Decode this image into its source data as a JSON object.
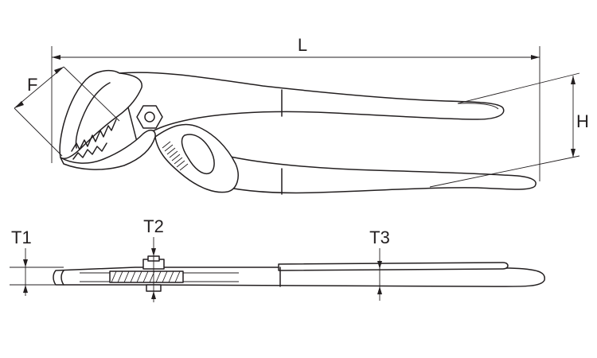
{
  "labels": {
    "L": "L",
    "F": "F",
    "H": "H",
    "T1": "T1",
    "T2": "T2",
    "T3": "T3"
  },
  "colors": {
    "line": "#231f20",
    "background": "#ffffff"
  }
}
